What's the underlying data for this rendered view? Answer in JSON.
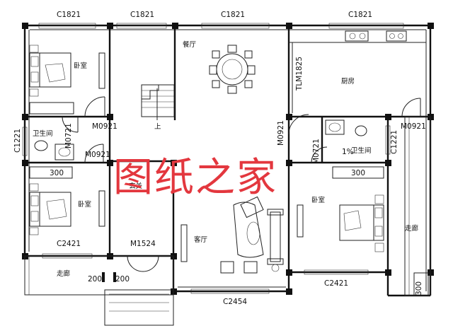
{
  "labels": {
    "c1821_a": "C1821",
    "c1821_b": "C1821",
    "c1821_c": "C1821",
    "c1821_d": "C1821",
    "c1221_left": "C1221",
    "c1221_right": "C1221",
    "m0921_a": "M0921",
    "m0921_b": "M0921",
    "m0921_c": "M0921",
    "m0921_d": "M0921",
    "m0721_a": "M0721",
    "m0721_b": "M0721",
    "tlm1825": "TLM1825",
    "m1524": "M1524",
    "c2421_left": "C2421",
    "c2421_right": "C2421",
    "c2454": "C2454",
    "dim_200_a": "200",
    "dim_200_b": "200",
    "dim_300_left": "300",
    "dim_300_right": "300",
    "dim_300_vert": "300",
    "slope": "1%",
    "stair_up": "上"
  },
  "rooms": {
    "bedroom_top_left": "卧室",
    "bath_left": "卫生间",
    "bedroom_bottom_left": "卧室",
    "corridor_left": "走廊",
    "dining": "餐厅",
    "kitchen": "厨房",
    "entrance": "玄关",
    "living": "客厅",
    "bath_right": "卫生间",
    "bedroom_right": "卧室",
    "corridor_right": "走廊"
  },
  "watermark": "图纸之家",
  "colors": {
    "watermark": "#e3373e",
    "line": "#111111"
  }
}
